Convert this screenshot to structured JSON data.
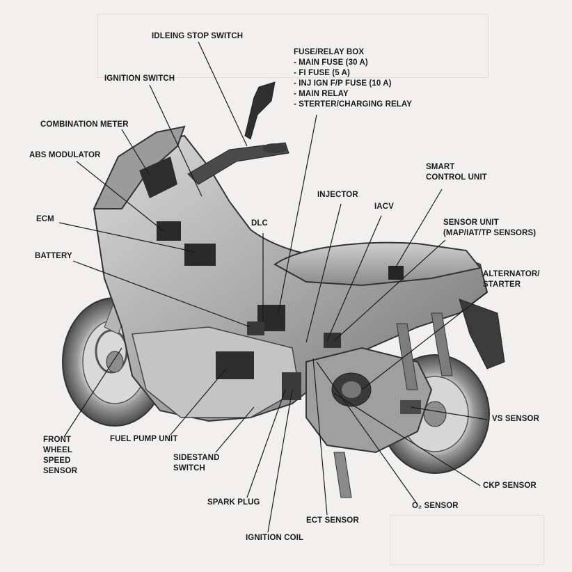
{
  "labels": {
    "idleing_stop_switch": "IDLEING STOP SWITCH",
    "ignition_switch": "IGNITION SWITCH",
    "combination_meter": "COMBINATION METER",
    "abs_modulator": "ABS MODULATOR",
    "ecm": "ECM",
    "battery": "BATTERY",
    "dlc": "DLC",
    "injector": "INJECTOR",
    "iacv": "IACV",
    "fuse_relay_box": {
      "title": "FUSE/RELAY BOX",
      "items": [
        "- MAIN FUSE (30 A)",
        "- FI FUSE (5 A)",
        "- INJ IGN F/P FUSE (10 A)",
        "- MAIN RELAY",
        "- STERTER/CHARGING RELAY"
      ]
    },
    "smart_control_unit": [
      "SMART",
      "CONTROL UNIT"
    ],
    "sensor_unit": [
      "SENSOR UNIT",
      "(MAP/IAT/TP SENSORS)"
    ],
    "alternator_starter": [
      "ALTERNATOR/",
      "STARTER"
    ],
    "vs_sensor": "VS SENSOR",
    "ckp_sensor": "CKP SENSOR",
    "o2_sensor": "O₂ SENSOR",
    "ect_sensor": "ECT SENSOR",
    "ignition_coil": "IGNITION COIL",
    "spark_plug": "SPARK PLUG",
    "sidestand_switch": [
      "SIDESTAND",
      "SWITCH"
    ],
    "fuel_pump_unit": "FUEL PUMP UNIT",
    "front_wheel_speed_sensor": [
      "FRONT",
      "WHEEL",
      "SPEED",
      "SENSOR"
    ]
  }
}
